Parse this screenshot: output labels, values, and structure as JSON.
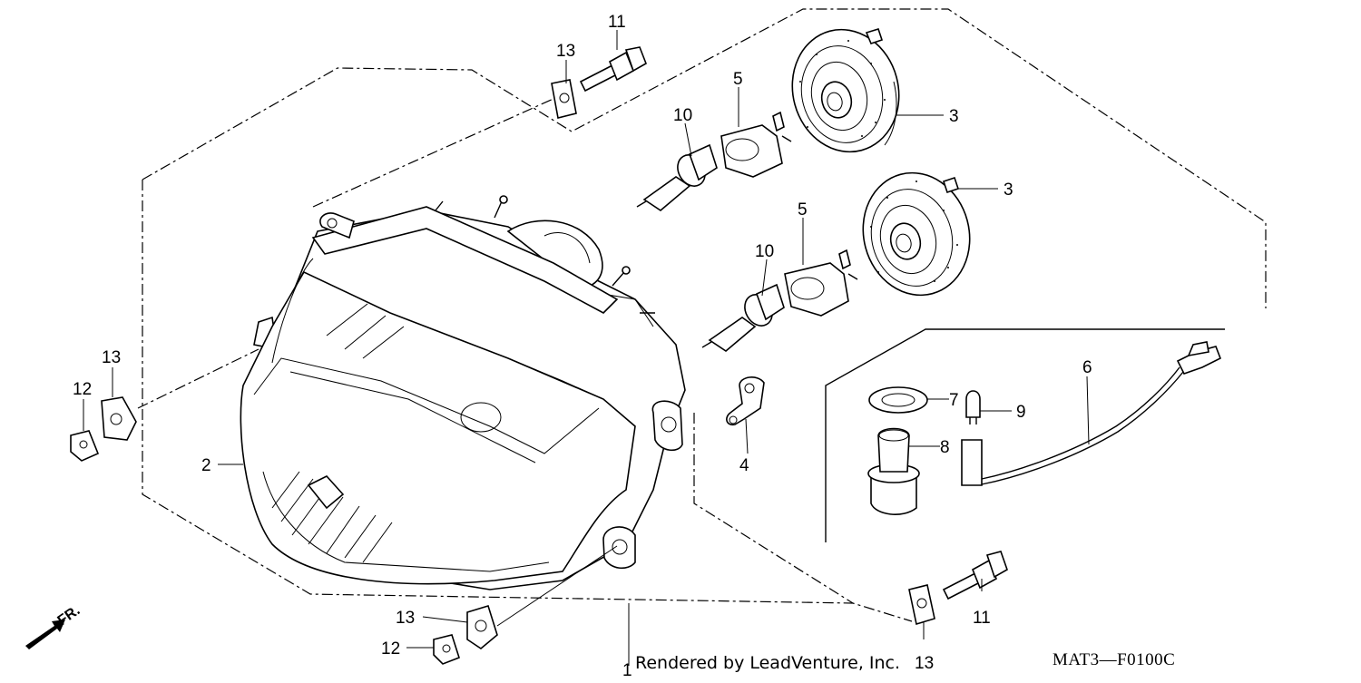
{
  "diagram": {
    "credit": "Rendered by LeadVenture, Inc.",
    "code": "MAT3—F0100C",
    "direction_label": "FR.",
    "callouts": [
      {
        "id": "c-1",
        "label": "1"
      },
      {
        "id": "c-2",
        "label": "2"
      },
      {
        "id": "c-3a",
        "label": "3"
      },
      {
        "id": "c-3b",
        "label": "3"
      },
      {
        "id": "c-4",
        "label": "4"
      },
      {
        "id": "c-5a",
        "label": "5"
      },
      {
        "id": "c-5b",
        "label": "5"
      },
      {
        "id": "c-6",
        "label": "6"
      },
      {
        "id": "c-7",
        "label": "7"
      },
      {
        "id": "c-8",
        "label": "8"
      },
      {
        "id": "c-9",
        "label": "9"
      },
      {
        "id": "c-10a",
        "label": "10"
      },
      {
        "id": "c-10b",
        "label": "10"
      },
      {
        "id": "c-11a",
        "label": "11"
      },
      {
        "id": "c-11b",
        "label": "11"
      },
      {
        "id": "c-12a",
        "label": "12"
      },
      {
        "id": "c-12b",
        "label": "12"
      },
      {
        "id": "c-13a",
        "label": "13"
      },
      {
        "id": "c-13b",
        "label": "13"
      },
      {
        "id": "c-13c",
        "label": "13"
      },
      {
        "id": "c-13d",
        "label": "13"
      }
    ],
    "parts": [
      {
        "id": "headlight-unit",
        "callout": "1"
      },
      {
        "id": "headlight-lens",
        "callout": "2"
      },
      {
        "id": "bulb-cover",
        "callout": "3"
      },
      {
        "id": "ground-terminal",
        "callout": "4"
      },
      {
        "id": "bulb-socket",
        "callout": "5"
      },
      {
        "id": "sub-harness",
        "callout": "6"
      },
      {
        "id": "position-rubber",
        "callout": "7"
      },
      {
        "id": "position-socket",
        "callout": "8"
      },
      {
        "id": "position-bulb",
        "callout": "9"
      },
      {
        "id": "headlight-bulb",
        "callout": "10"
      },
      {
        "id": "mounting-bolt",
        "callout": "11"
      },
      {
        "id": "collar-nut",
        "callout": "12"
      },
      {
        "id": "rubber-mount",
        "callout": "13"
      }
    ]
  }
}
